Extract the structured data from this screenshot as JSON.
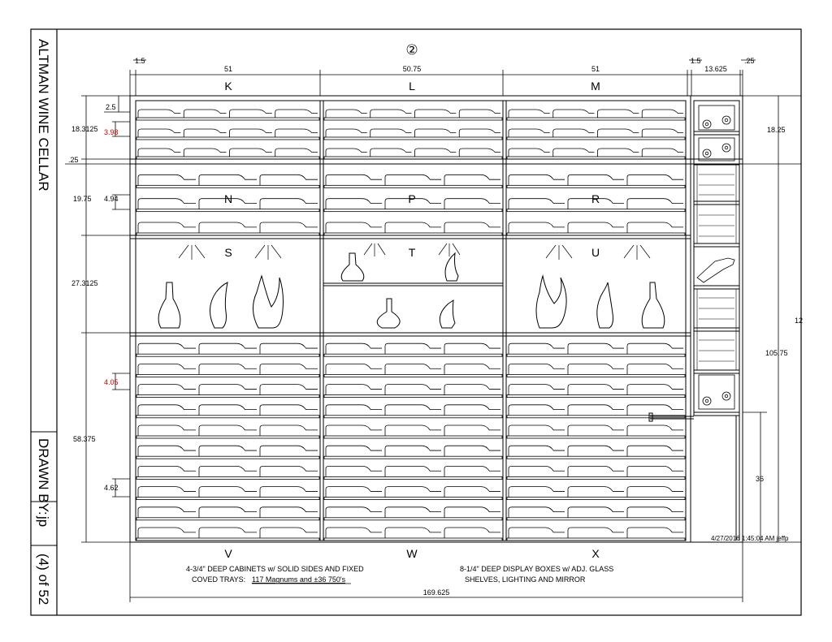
{
  "title_block": {
    "project": "ALTMAN WINE CELLAR",
    "drawn_by_label": "DRAWN BY:",
    "drawn_by": "jp",
    "sheet": "(4) of 52"
  },
  "elevation_marker": "②",
  "top_dims": [
    "1.5",
    "51",
    "50.75",
    "51",
    "1.5",
    "13.625",
    ".25"
  ],
  "column_labels": {
    "top": [
      "K",
      "L",
      "M"
    ],
    "middle": [
      "N",
      "P",
      "R"
    ],
    "display": [
      "S",
      "T",
      "U"
    ],
    "bottom": [
      "V",
      "W",
      "X"
    ]
  },
  "left_dims": {
    "d2_5": "2.5",
    "d18_3125": "18.3125",
    "d3_98": "3.98",
    "d_25": ".25",
    "d19_75": "19.75",
    "d4_94": "4.94",
    "d27_3125": "27.3125",
    "d4_05": "4.05",
    "d58_375": "58.375",
    "d4_62": "4.62"
  },
  "right_dims": {
    "d18_25": "18.25",
    "d105_75": "105.75",
    "d36": "36",
    "d12": "12"
  },
  "bottom_dim": "169.625",
  "notes": {
    "cabinets_line1": "4-3/4\" DEEP CABINETS w/ SOLID SIDES AND FIXED",
    "cabinets_line2_prefix": "COVED TRAYS:",
    "cabinets_line2_capacity": "117 Magnums and ±36 750's",
    "display_line1": "8-1/4\" DEEP DISPLAY BOXES w/ ADJ. GLASS",
    "display_line2": "SHELVES, LIGHTING AND MIRROR"
  },
  "timestamp": "4/27/2016 1:45:04 AM  jeffp",
  "colors": {
    "line": "#000000",
    "dimension_red": "#cc0000",
    "background": "#ffffff"
  }
}
